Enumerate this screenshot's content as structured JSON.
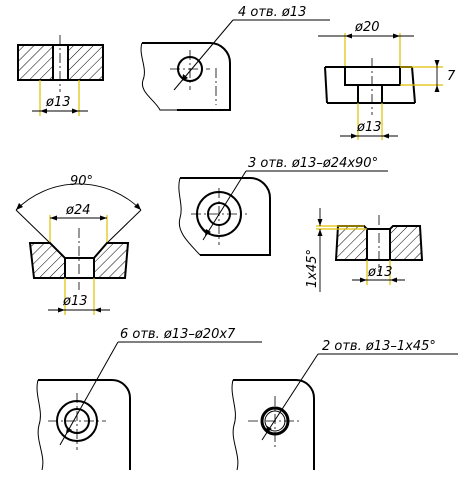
{
  "labels": {
    "d13_a": "ø13",
    "holes4": "4 отв. ø13",
    "d20": "ø20",
    "depth7": "7",
    "d13_b": "ø13",
    "angle90": "90°",
    "d24": "ø24",
    "d13_c": "ø13",
    "holes3": "3 отв. ø13–ø24x90°",
    "chamfer": "1x45°",
    "d13_d": "ø13",
    "holes6": "6 отв. ø13–ø20x7",
    "holes2": "2 отв. ø13–1x45°"
  },
  "colors": {
    "line": "#000000",
    "extension": "#e0c000",
    "background": "#ffffff"
  }
}
